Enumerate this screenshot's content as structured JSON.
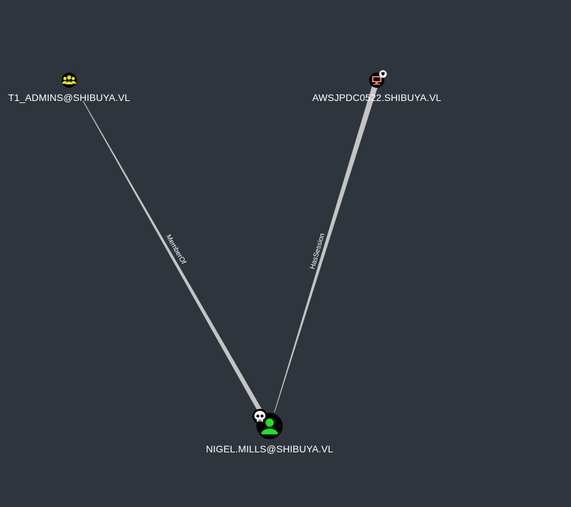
{
  "graph": {
    "nodes": [
      {
        "id": "t1_admins",
        "label": "T1_ADMINS@SHIBUYA.VL",
        "type": "group",
        "icon": "group-icon",
        "color": "#e8e800"
      },
      {
        "id": "awsjpdc",
        "label": "AWSJPDC0522.SHIBUYA.VL",
        "type": "computer",
        "icon": "computer-icon",
        "badge_icon": "diamond-badge-icon",
        "color": "#e0736d"
      },
      {
        "id": "nigel",
        "label": "NIGEL.MILLS@SHIBUYA.VL",
        "type": "user",
        "icon": "user-icon",
        "badge_icon": "skull-icon",
        "color": "#17e625"
      }
    ],
    "edges": [
      {
        "from": "nigel",
        "to": "t1_admins",
        "label": "MemberOf"
      },
      {
        "from": "nigel",
        "to": "awsjpdc",
        "label": "HasSession"
      }
    ]
  },
  "colors": {
    "background": "#2f353c",
    "edge": "#c4c4c4",
    "label": "#ffffff"
  }
}
